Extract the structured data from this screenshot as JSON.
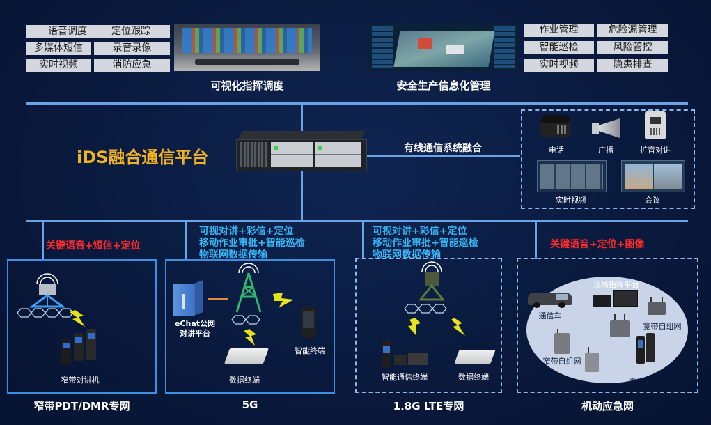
{
  "top": {
    "left_tags": [
      "语音调度",
      "定位跟踪",
      "多媒体短信",
      "录音录像",
      "实时视频",
      "消防应急"
    ],
    "right_tags": [
      "作业管理",
      "危险源管理",
      "智能巡检",
      "风险管控",
      "实时视频",
      "隐患排查"
    ],
    "left_caption": "可视化指挥调度",
    "right_caption": "安全生产信息化管理"
  },
  "core": {
    "title": "iDS融合通信平台",
    "wired_label": "有线通信系统融合",
    "wired_items": [
      "电话",
      "广播",
      "扩音对讲",
      "实时视频",
      "会议"
    ]
  },
  "networks": {
    "pdt": {
      "feature": "关键语音+短信+定位",
      "terminal": "窄带对讲机",
      "caption": "窄带PDT/DMR专网"
    },
    "fiveg": {
      "features": [
        "可视对讲+彩信+定位",
        "移动作业审批+智能巡检",
        "物联网数据传输"
      ],
      "platform_line1": "eChat公网",
      "platform_line2": "对讲平台",
      "smart_terminal": "智能终端",
      "data_terminal": "数据终端",
      "caption": "5G"
    },
    "lte": {
      "features": [
        "可视对讲+彩信+定位",
        "移动作业审批+智能巡检",
        "物联网数据传输"
      ],
      "smart_comm_terminal": "智能通信终端",
      "data_terminal": "数据终端",
      "caption": "1.8G LTE专网"
    },
    "emergency": {
      "feature": "关键语音+定位+图像",
      "field_platform": "现场指挥平台",
      "comm_vehicle": "通信车",
      "wideband_adhoc": "宽带自组网",
      "narrowband_adhoc": "窄带自组网",
      "wideband_terminal": "宽带通信终端",
      "caption": "机动应急网"
    }
  }
}
